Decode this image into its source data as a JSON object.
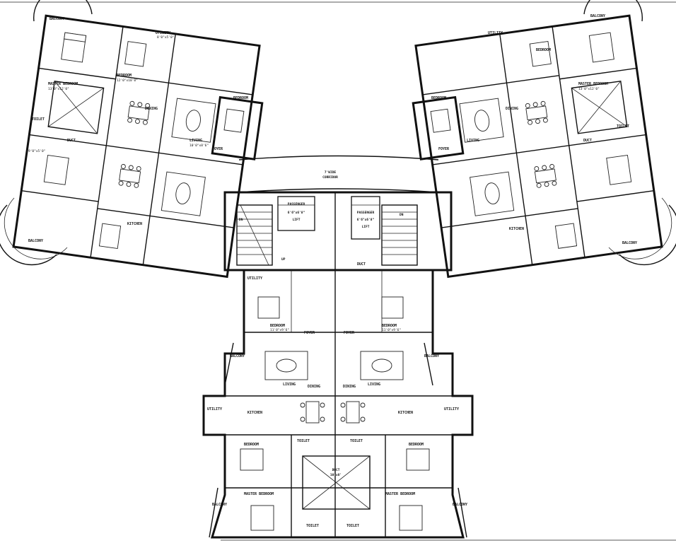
{
  "corridor": {
    "dim": "7'WIDE",
    "name": "CORRIDOR"
  },
  "lifts": [
    {
      "name": "PASSENGER",
      "dim": "6'6\"x6'8\"",
      "tag": "LIFT"
    },
    {
      "name": "PASSENGER",
      "dim": "6'6\"x6'8\"",
      "tag": "LIFT"
    }
  ],
  "stair": {
    "up": "UP",
    "dn": "DN"
  },
  "duct_main": {
    "name": "DUCT",
    "dim": "10'x8'"
  },
  "rooms": {
    "balcony": "BALCONY",
    "bedroom": "BEDROOM",
    "master_bedroom": "MASTER BEDROOM",
    "toilet": "TOILET",
    "utility": "UTILITY",
    "kitchen": "KITCHEN",
    "dining": "DINING",
    "living": "LIVING",
    "foyer": "FOYER",
    "duct": "DUCT",
    "dim_a": "9'0\"x5'0\"",
    "dim_b": "12'0\"x10'0\"",
    "dim_c": "8'0\"x5'0\"",
    "dim_d": "11'0\"x9'6\"",
    "dim_e": "13'0\"x12'0\"",
    "dim_f": "10'0\"x8'6\""
  }
}
